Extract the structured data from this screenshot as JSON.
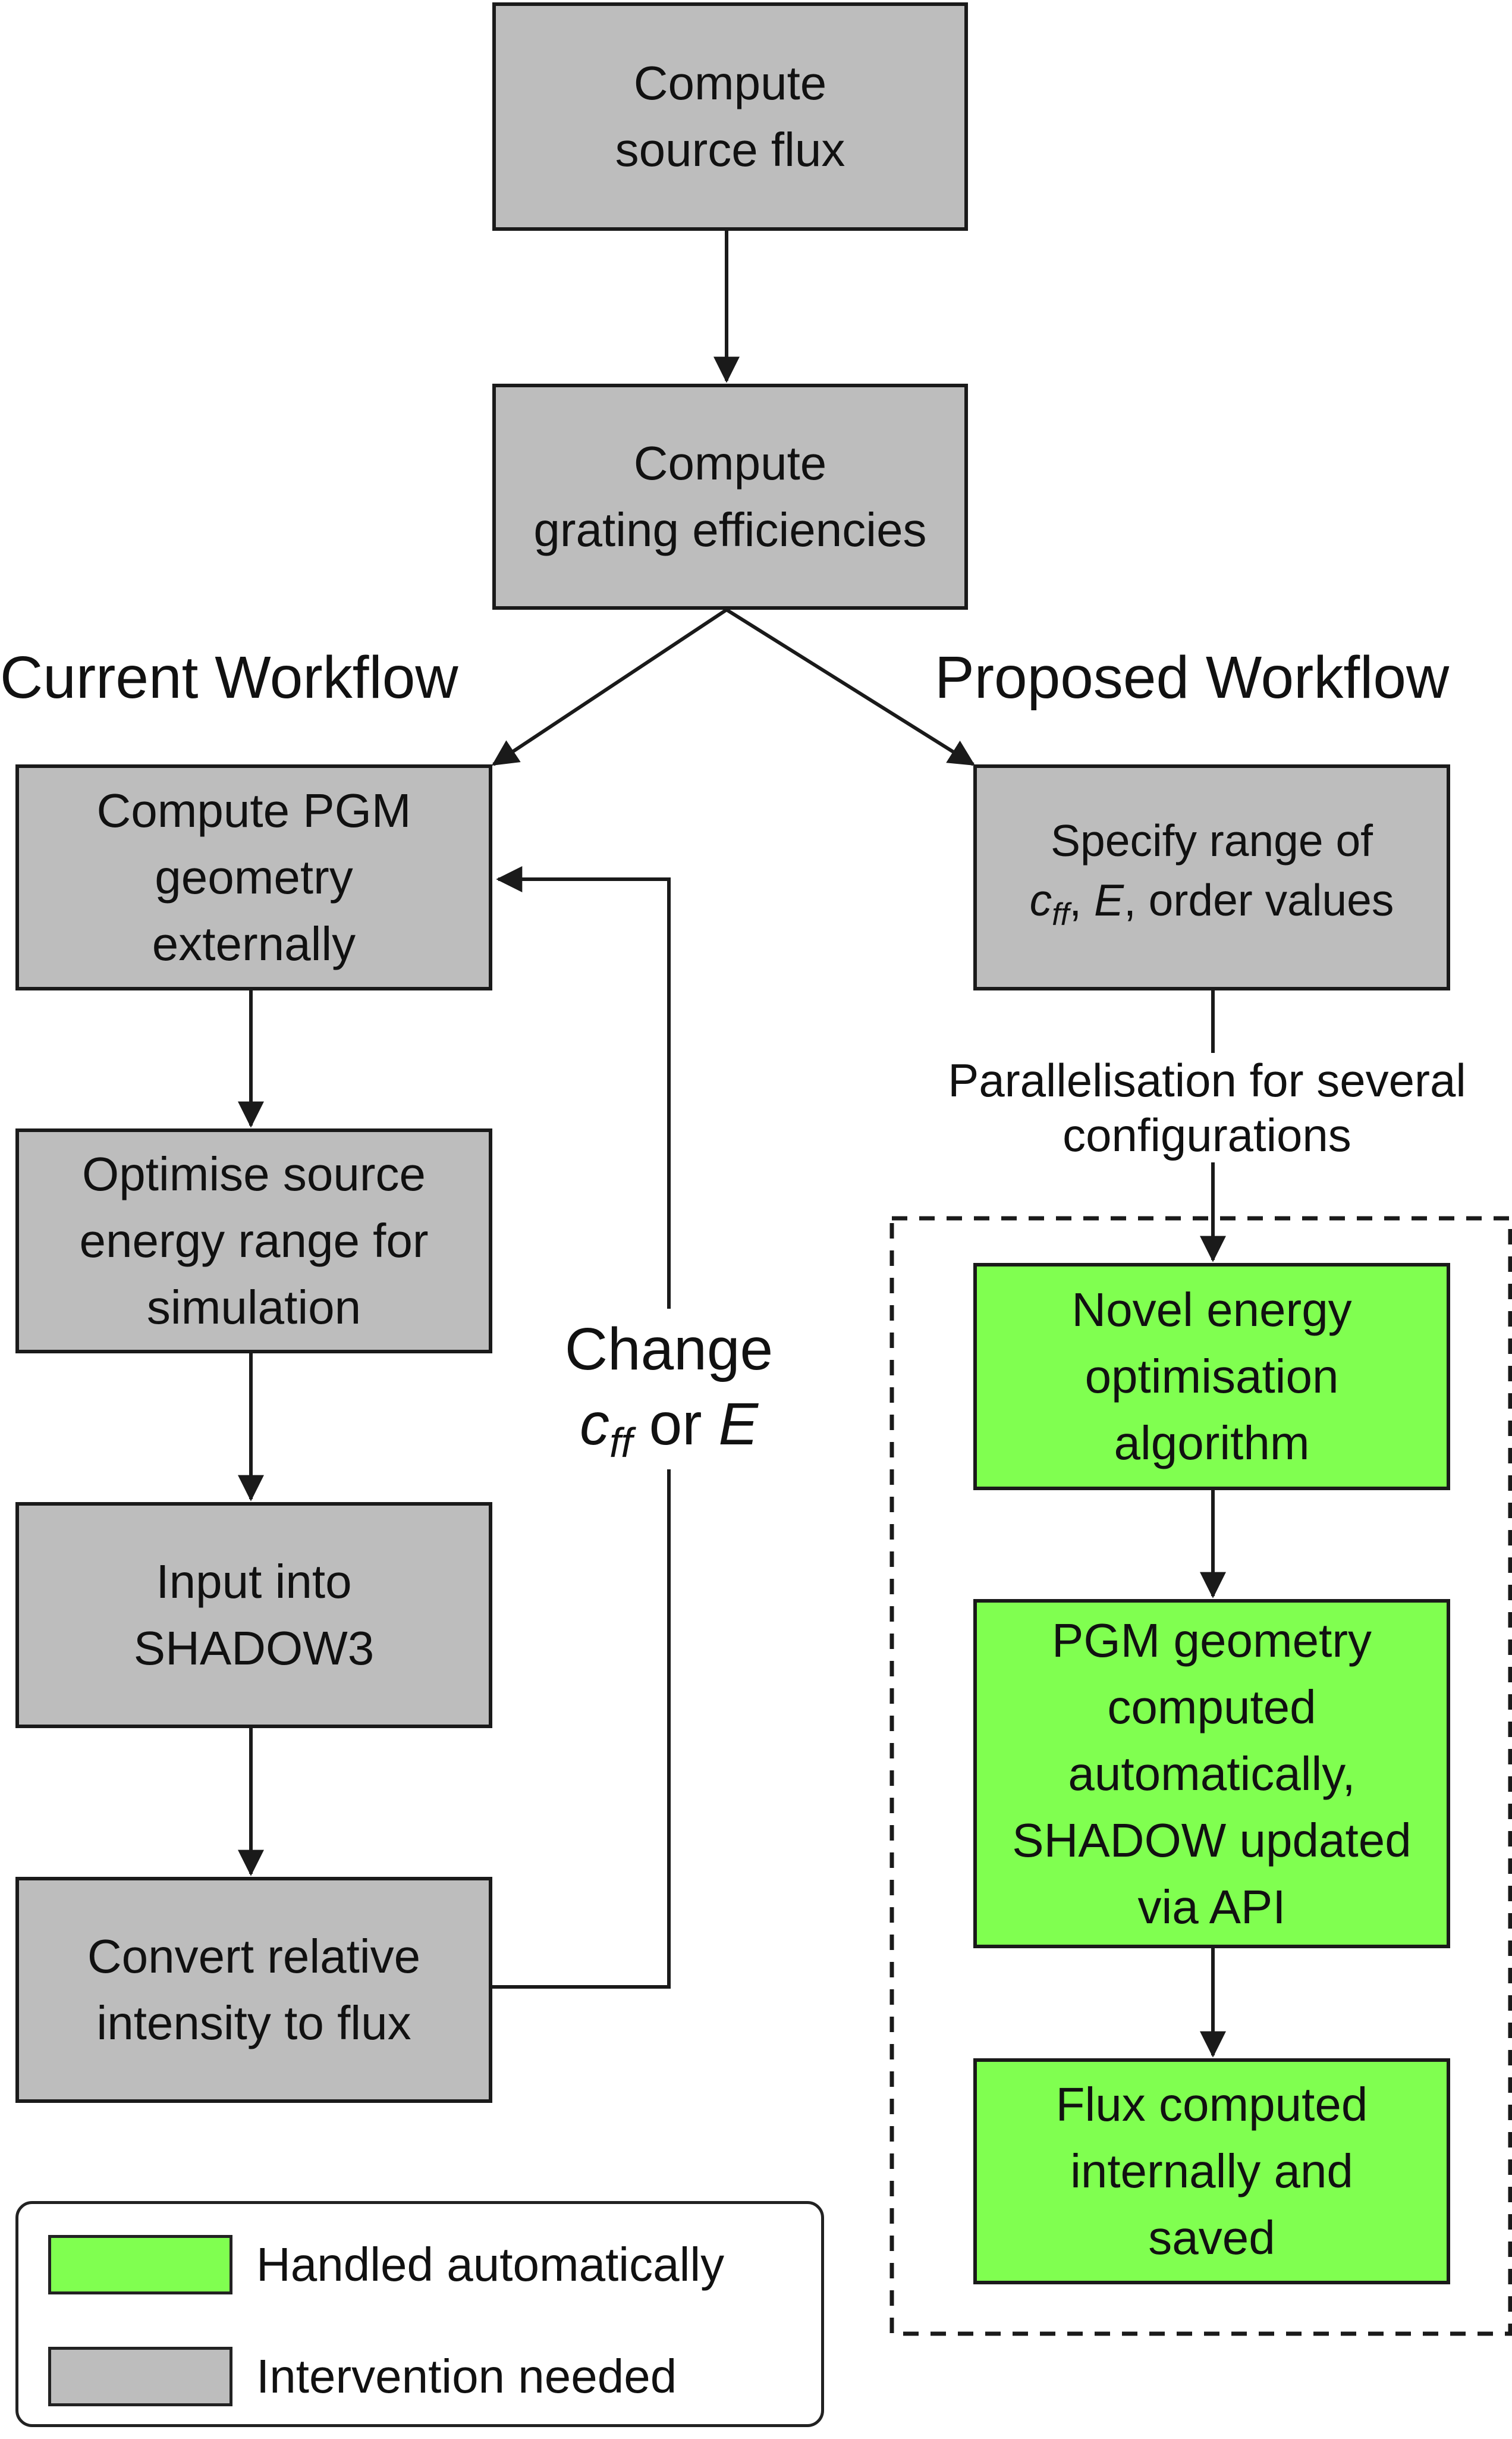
{
  "nodes": {
    "source_flux": {
      "line1": "Compute",
      "line2": "source flux"
    },
    "grating": {
      "line1": "Compute",
      "line2": "grating efficiencies"
    },
    "pgm_external": {
      "line1": "Compute PGM",
      "line2": "geometry",
      "line3": "externally"
    },
    "optimise": {
      "line1": "Optimise source",
      "line2": "energy range for",
      "line3": "simulation"
    },
    "input_shadow": {
      "line1": "Input into",
      "line2": "SHADOW3"
    },
    "convert": {
      "line1": "Convert relative",
      "line2": "intensity to flux"
    },
    "specify": {
      "pre": "Specify range of",
      "c": "c",
      "sub": "ff",
      "sep1": ", ",
      "e": "E",
      "post": ", order values"
    },
    "novel": {
      "line1": "Novel energy",
      "line2": "optimisation",
      "line3": "algorithm"
    },
    "pgm_auto": {
      "line1": "PGM geometry",
      "line2": "computed",
      "line3": "automatically,",
      "line4": "SHADOW updated",
      "line5": "via API"
    },
    "flux_internal": {
      "line1": "Flux computed",
      "line2": "internally and",
      "line3": "saved"
    }
  },
  "labels": {
    "current_workflow": "Current Workflow",
    "proposed_workflow": "Proposed Workflow",
    "parallel_line1": "Parallelisation for several",
    "parallel_line2": "configurations",
    "change_line1": "Change",
    "change_c": "c",
    "change_sub": "ff",
    "change_or": " or ",
    "change_e": "E"
  },
  "legend": {
    "auto": "Handled  automatically",
    "manual": "Intervention needed"
  },
  "colors": {
    "gray": "#bdbdbd",
    "green": "#80ff50",
    "stroke": "#1a1a1a"
  }
}
